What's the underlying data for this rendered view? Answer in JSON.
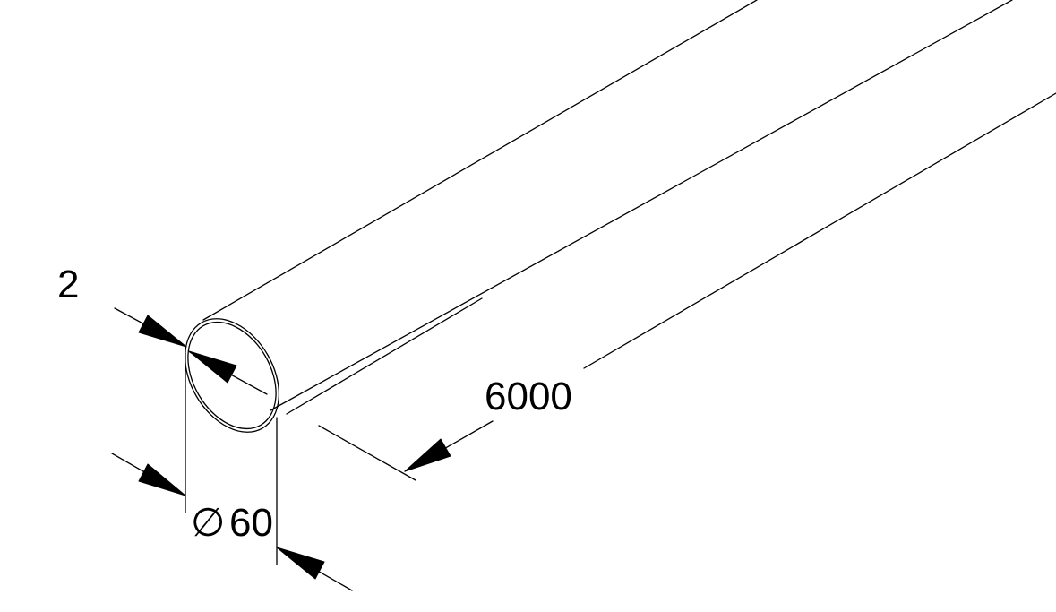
{
  "dimensions": {
    "wall_thickness": "2",
    "diameter_symbol": "∅",
    "diameter_value": "60",
    "length": "6000"
  },
  "colors": {
    "line": "#000000",
    "background": "#ffffff"
  }
}
